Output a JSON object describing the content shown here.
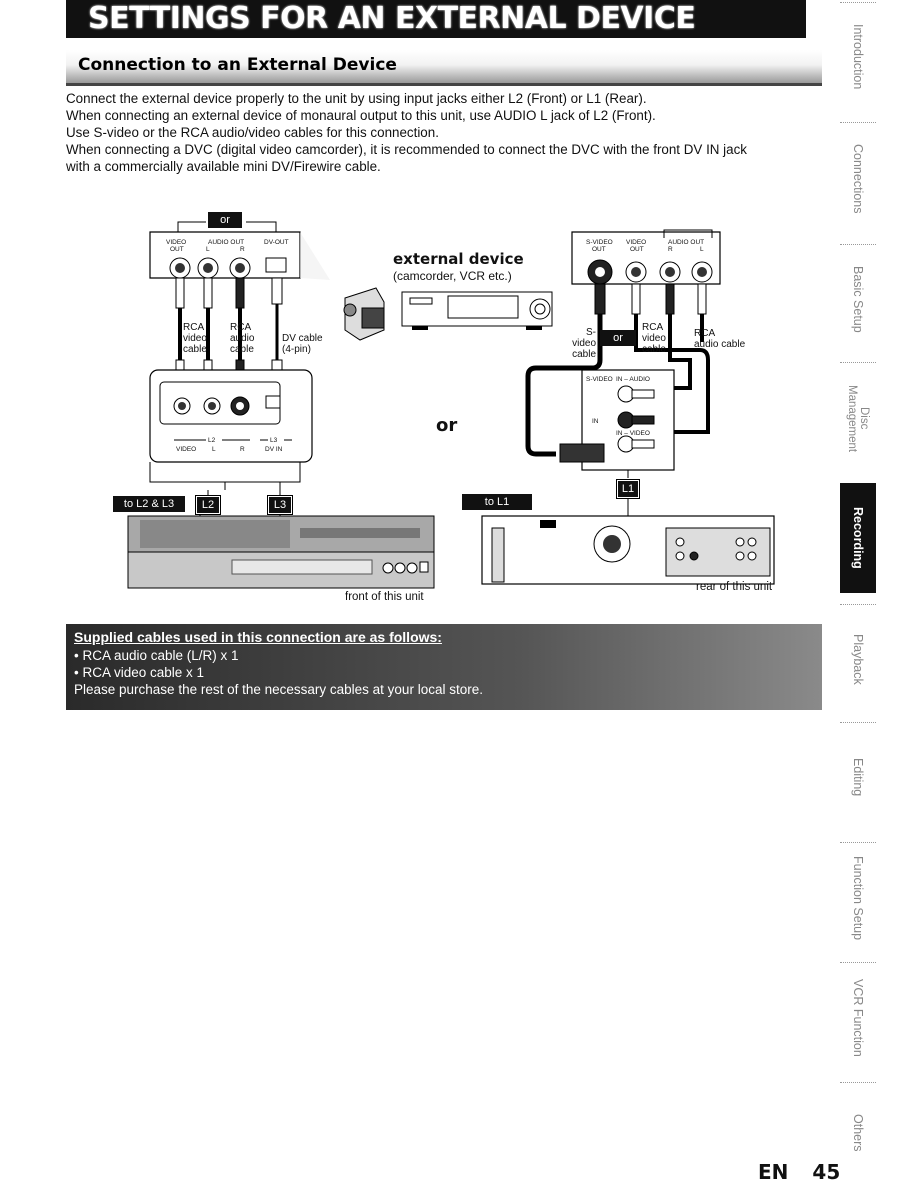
{
  "page_title": "SETTINGS FOR AN EXTERNAL DEVICE",
  "section_heading": "Connection to an External Device",
  "intro": [
    "Connect the external device properly to the unit by using input jacks either L2 (Front) or L1 (Rear).",
    "When connecting an external device of monaural output to this unit, use AUDIO L jack of L2 (Front).",
    "Use S-video or the RCA audio/video cables for this connection.",
    "When connecting a DVC (digital video camcorder), it is recommended to connect the DVC with the front DV IN jack",
    "with a commercially available mini DV/Firewire cable."
  ],
  "diagram": {
    "or_top": "or",
    "left_device_labels": {
      "video_out": "VIDEO",
      "video_out2": "OUT",
      "audio_out": "AUDIO OUT",
      "l": "L",
      "r": "R",
      "dv_out": "DV-OUT"
    },
    "external_device": "external device",
    "external_device_sub": "(camcorder, VCR etc.)",
    "left_cables": {
      "rca_video": [
        "RCA",
        "video",
        "cable"
      ],
      "rca_audio": [
        "RCA",
        "audio",
        "cable"
      ],
      "dv_cable": [
        "DV cable",
        "(4-pin)"
      ]
    },
    "front_jack_labels": {
      "l2": "L2",
      "l3": "L3",
      "video": "VIDEO",
      "l": "L",
      "r": "R",
      "dv_in": "DV IN"
    },
    "right_device_labels": {
      "s_video": "S-VIDEO",
      "out": "OUT",
      "video": "VIDEO",
      "audio_out": "AUDIO OUT",
      "r": "R",
      "l": "L"
    },
    "right_cables": {
      "s_video": [
        "S-video",
        "cable"
      ],
      "or": "or",
      "rca_video": [
        "RCA",
        "video",
        "cable"
      ],
      "rca_audio": [
        "RCA",
        "audio cable"
      ]
    },
    "rear_jack_labels": {
      "s_video": "S-VIDEO",
      "in_audio": "IN – AUDIO",
      "in": "IN",
      "in_video": "IN – VIDEO"
    },
    "or_middle": "or",
    "to_l2_l3": "to L2 & L3",
    "l2": "L2",
    "l3": "L3",
    "to_l1": "to L1",
    "l1": "L1",
    "front_caption": "front of this unit",
    "rear_caption": "rear of this unit"
  },
  "supplied": {
    "heading": "Supplied cables used in this connection are as follows:",
    "items": [
      "• RCA audio cable (L/R) x 1",
      "• RCA video cable x 1"
    ],
    "note": "Please purchase the rest of the necessary cables at your local store."
  },
  "side_tabs": [
    {
      "label": "Introduction"
    },
    {
      "label": "Connections"
    },
    {
      "label": "Basic Setup"
    },
    {
      "label": "Disc",
      "label2": "Management"
    },
    {
      "label": "Recording",
      "active": true
    },
    {
      "label": "Playback"
    },
    {
      "label": "Editing"
    },
    {
      "label": "Function Setup"
    },
    {
      "label": "VCR Function"
    },
    {
      "label": "Others"
    }
  ],
  "footer": {
    "lang": "EN",
    "page": "45"
  }
}
